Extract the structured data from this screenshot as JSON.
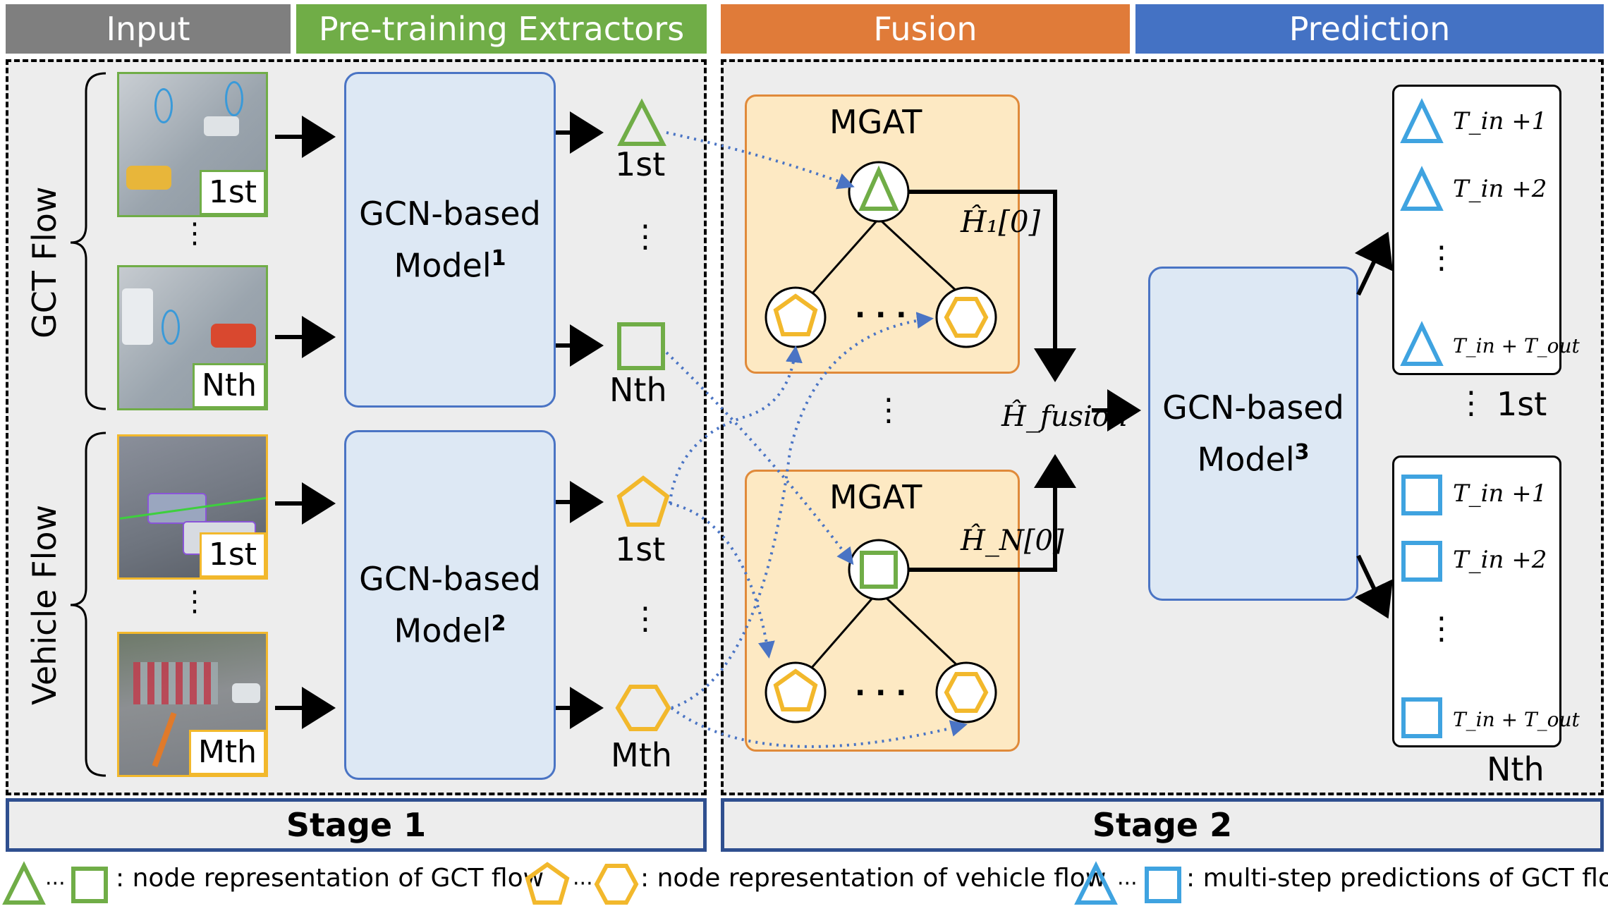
{
  "headers": {
    "input": "Input",
    "extractors": "Pre-training Extractors",
    "fusion": "Fusion",
    "prediction": "Prediction"
  },
  "colors": {
    "input_header": "#7f7f7f",
    "extractors_header": "#70ad47",
    "fusion_header": "#e07b39",
    "prediction_header": "#4472c4",
    "gct_node": "#70ad47",
    "vehicle_node": "#f2b82c",
    "prediction_node": "#3fa3e0"
  },
  "left": {
    "gct_flow_label": "GCT Flow",
    "vehicle_flow_label": "Vehicle Flow",
    "thumb_gct_1": "1st",
    "thumb_gct_n": "Nth",
    "thumb_veh_1": "1st",
    "thumb_veh_m": "Mth",
    "gcn1_line1": "GCN-based",
    "gcn1_line2": "Model",
    "gcn1_sup": "1",
    "gcn2_line1": "GCN-based",
    "gcn2_line2": "Model",
    "gcn2_sup": "2",
    "node_gct_1": "1st",
    "node_gct_n": "Nth",
    "node_veh_1": "1st",
    "node_veh_m": "Mth",
    "ellipsis": "⋮"
  },
  "fusion": {
    "mgat_top": "MGAT",
    "mgat_bottom": "MGAT",
    "h1": "Ĥ₁[0]",
    "hn": "Ĥ_N[0]",
    "hfusion": "Ĥ_fusion",
    "dots": "· · ·"
  },
  "prediction": {
    "gcn3_line1": "GCN-based",
    "gcn3_line2": "Model",
    "gcn3_sup": "3",
    "t1": "T_in +1",
    "t2": "T_in +2",
    "tout": "T_in + T_out",
    "box1_label": "1st",
    "box2_label": "Nth"
  },
  "stages": {
    "stage1": "Stage 1",
    "stage2": "Stage 2"
  },
  "legend": {
    "gct": ": node representation of GCT flow",
    "vehicle": ": node representation of vehicle flow",
    "pred": ": multi-step predictions of GCT flow",
    "sep": "···"
  }
}
